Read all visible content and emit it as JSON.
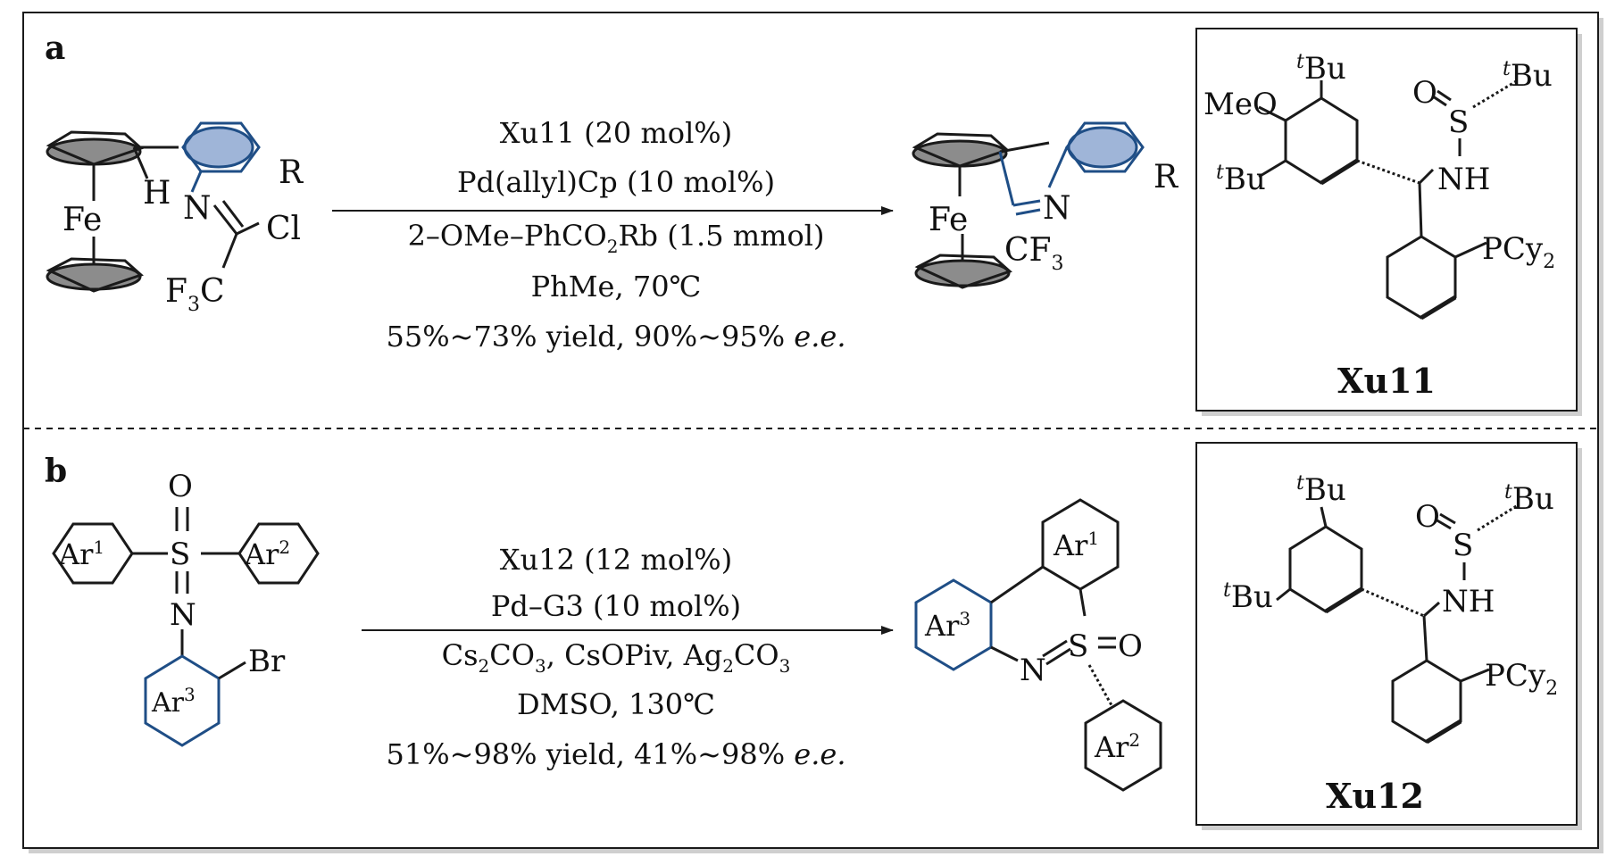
{
  "panel_a": {
    "label": "a",
    "conditions": [
      "Xu11 (20 mol%)",
      "Pd(allyl)Cp (10 mol%)"
    ],
    "base_pre": "2–OMe–PhCO",
    "base_sub": "2",
    "base_post": "Rb (1.5 mmol)",
    "solvent": "PhMe, 70℃",
    "yield_text": "55%~73% yield, 90%~95% ",
    "ee": "e.e.",
    "reactant": {
      "fe": "Fe",
      "h": "H",
      "n": "N",
      "cl": "Cl",
      "f": "F",
      "f_sub": "3",
      "c": "C",
      "r": "R"
    },
    "product": {
      "fe": "Fe",
      "n": "N",
      "cf": "CF",
      "cf_sub": "3",
      "r": "R"
    },
    "ligand": {
      "name": "Xu11",
      "meo": "MeO",
      "t_sup": "t",
      "bu": "Bu",
      "o": "O",
      "s": "S",
      "nh": "NH",
      "pcy": "PCy",
      "pcy_sub": "2"
    }
  },
  "panel_b": {
    "label": "b",
    "conditions": [
      "Xu12 (12 mol%)",
      "Pd–G3 (10 mol%)"
    ],
    "salts": [
      {
        "pre": "Cs",
        "sub": "2",
        "post": "CO",
        "sub2": "3",
        "sep": ", "
      },
      {
        "pre": "CsOPiv",
        "sub": "",
        "post": "",
        "sub2": "",
        "sep": ", "
      },
      {
        "pre": "Ag",
        "sub": "2",
        "post": "CO",
        "sub2": "3",
        "sep": ""
      }
    ],
    "solvent": "DMSO, 130℃",
    "yield_text": "51%~98% yield, 41%~98% ",
    "ee": "e.e.",
    "reactant": {
      "ar": "Ar",
      "ar1_sup": "1",
      "ar2_sup": "2",
      "ar3_sup": "3",
      "o": "O",
      "s": "S",
      "n": "N",
      "br": "Br"
    },
    "product": {
      "ar": "Ar",
      "ar1_sup": "1",
      "ar2_sup": "2",
      "ar3_sup": "3",
      "n": "N",
      "s": "S",
      "o": "O"
    },
    "ligand": {
      "name": "Xu12",
      "t_sup": "t",
      "bu": "Bu",
      "o": "O",
      "s": "S",
      "nh": "NH",
      "pcy": "PCy",
      "pcy_sub": "2"
    }
  },
  "colors": {
    "line": "#1a1a1a",
    "blue": "#1f4e86",
    "blue_fill": "#9fb5d8",
    "gray_fill": "#8c8c8c",
    "shadow": "#cfcfcf"
  }
}
